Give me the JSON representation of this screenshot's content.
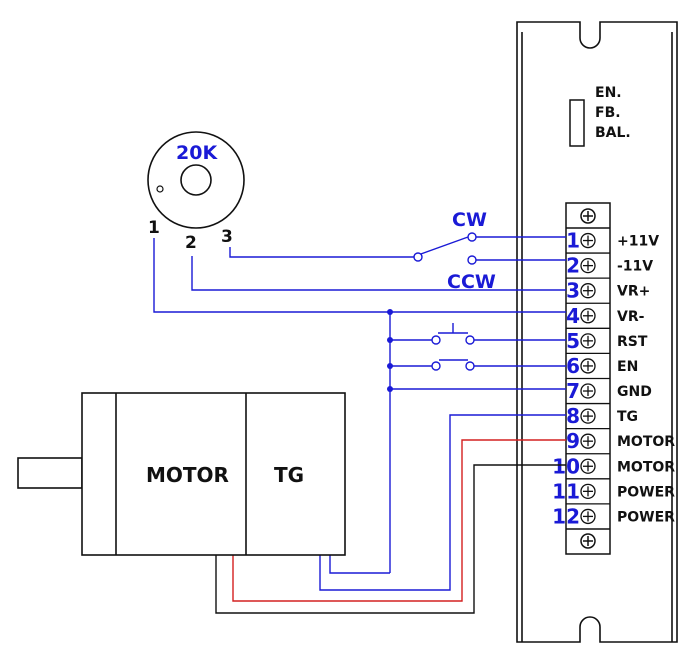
{
  "potentiometer": {
    "value": "20K",
    "pins": [
      "1",
      "2",
      "3"
    ]
  },
  "switch_labels": {
    "cw": "CW",
    "ccw": "CCW"
  },
  "indicators": [
    "EN.",
    "FB.",
    "BAL."
  ],
  "terminals": [
    {
      "num": "1",
      "label": "+11V"
    },
    {
      "num": "2",
      "label": "-11V"
    },
    {
      "num": "3",
      "label": "VR+"
    },
    {
      "num": "4",
      "label": "VR-"
    },
    {
      "num": "5",
      "label": "RST"
    },
    {
      "num": "6",
      "label": "EN"
    },
    {
      "num": "7",
      "label": "GND"
    },
    {
      "num": "8",
      "label": "TG"
    },
    {
      "num": "9",
      "label": "MOTOR"
    },
    {
      "num": "10",
      "label": "MOTOR"
    },
    {
      "num": "11",
      "label": "POWER"
    },
    {
      "num": "12",
      "label": "POWER"
    }
  ],
  "motor": {
    "motor_label": "MOTOR",
    "tg_label": "TG"
  },
  "colors": {
    "wire_blue": "#1a1ad6",
    "wire_red": "#d42020",
    "wire_black": "#111111"
  }
}
